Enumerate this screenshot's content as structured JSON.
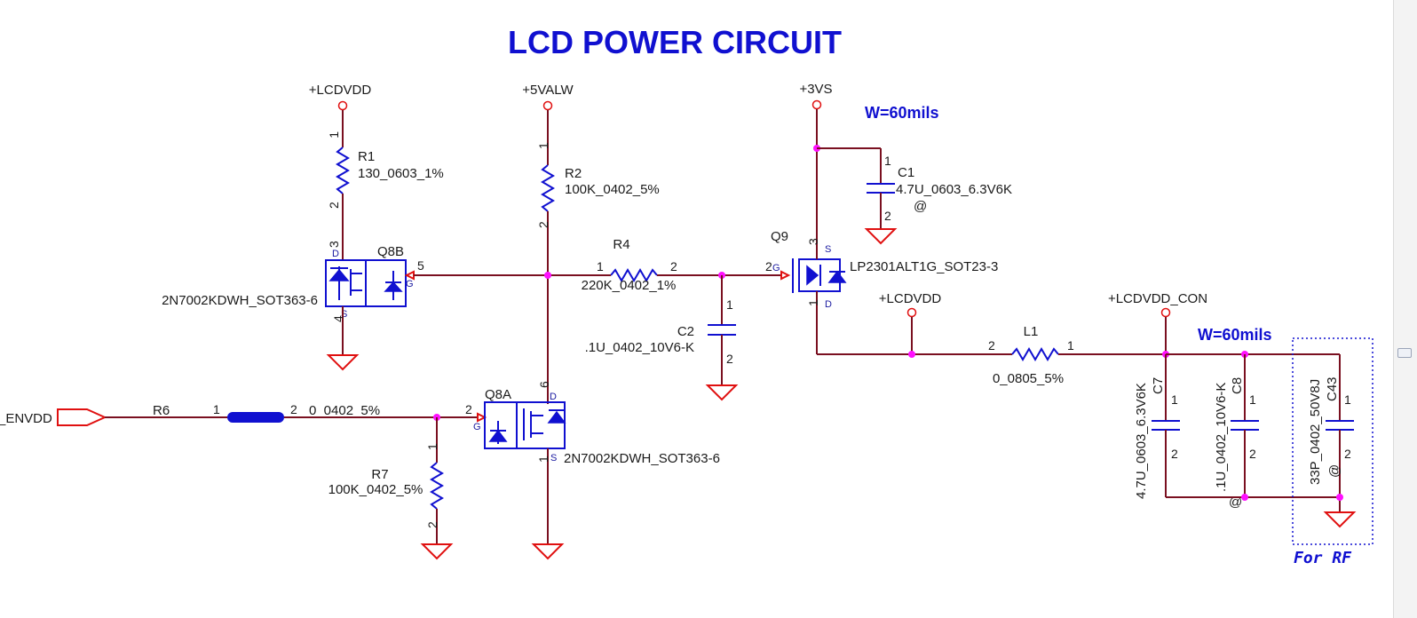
{
  "title": "LCD POWER CIRCUIT",
  "nets": {
    "lcdvdd_top": "+LCDVDD",
    "v5alw": "+5VALW",
    "v3vs": "+3VS",
    "lcdvdd_mid": "+LCDVDD",
    "lcdvdd_con": "+LCDVDD_CON",
    "envdd": "_ENVDD"
  },
  "notes": {
    "w60_top": "W=60mils",
    "w60_right": "W=60mils",
    "for_rf": "For RF",
    "at_c1": "@",
    "at_c8": "@",
    "at_c43": "@"
  },
  "components": {
    "R1": {
      "ref": "R1",
      "value": "130_0603_1%",
      "pin1": "1",
      "pin2": "2"
    },
    "R2": {
      "ref": "R2",
      "value": "100K_0402_5%",
      "pin1": "1",
      "pin2": "2"
    },
    "R4": {
      "ref": "R4",
      "value": "220K_0402_1%",
      "pin1": "1",
      "pin2": "2"
    },
    "R6": {
      "ref": "R6",
      "value": "0_0402_5%",
      "pin1": "1",
      "pin2": "2"
    },
    "R7": {
      "ref": "R7",
      "value": "100K_0402_5%",
      "pin1": "1",
      "pin2": "2"
    },
    "C1": {
      "ref": "C1",
      "value": "4.7U_0603_6.3V6K",
      "pin1": "1",
      "pin2": "2"
    },
    "C2": {
      "ref": "C2",
      "value": ".1U_0402_10V6-K",
      "pin1": "1",
      "pin2": "2"
    },
    "C7": {
      "ref": "C7",
      "value": "4.7U_0603_6.3V6K",
      "pin1": "1",
      "pin2": "2"
    },
    "C8": {
      "ref": "C8",
      "value": ".1U_0402_10V6-K",
      "pin1": "1",
      "pin2": "2"
    },
    "C43": {
      "ref": "C43",
      "value": "33P_0402_50V8J",
      "pin1": "1",
      "pin2": "2"
    },
    "L1": {
      "ref": "L1",
      "value": "0_0805_5%",
      "pin1": "1",
      "pin2": "2"
    },
    "Q8B": {
      "ref": "Q8B",
      "value": "2N7002KDWH_SOT363-6",
      "pinD": "3",
      "pinG": "5",
      "pinS": "4"
    },
    "Q8A": {
      "ref": "Q8A",
      "value": "2N7002KDWH_SOT363-6",
      "pinD": "6",
      "pinG": "2",
      "pinS": "1"
    },
    "Q9": {
      "ref": "Q9",
      "value": "LP2301ALT1G_SOT23-3",
      "pinS": "3",
      "pinG": "2",
      "pinD": "1"
    }
  },
  "pin_letters": {
    "d": "D",
    "s": "S",
    "g": "G"
  }
}
